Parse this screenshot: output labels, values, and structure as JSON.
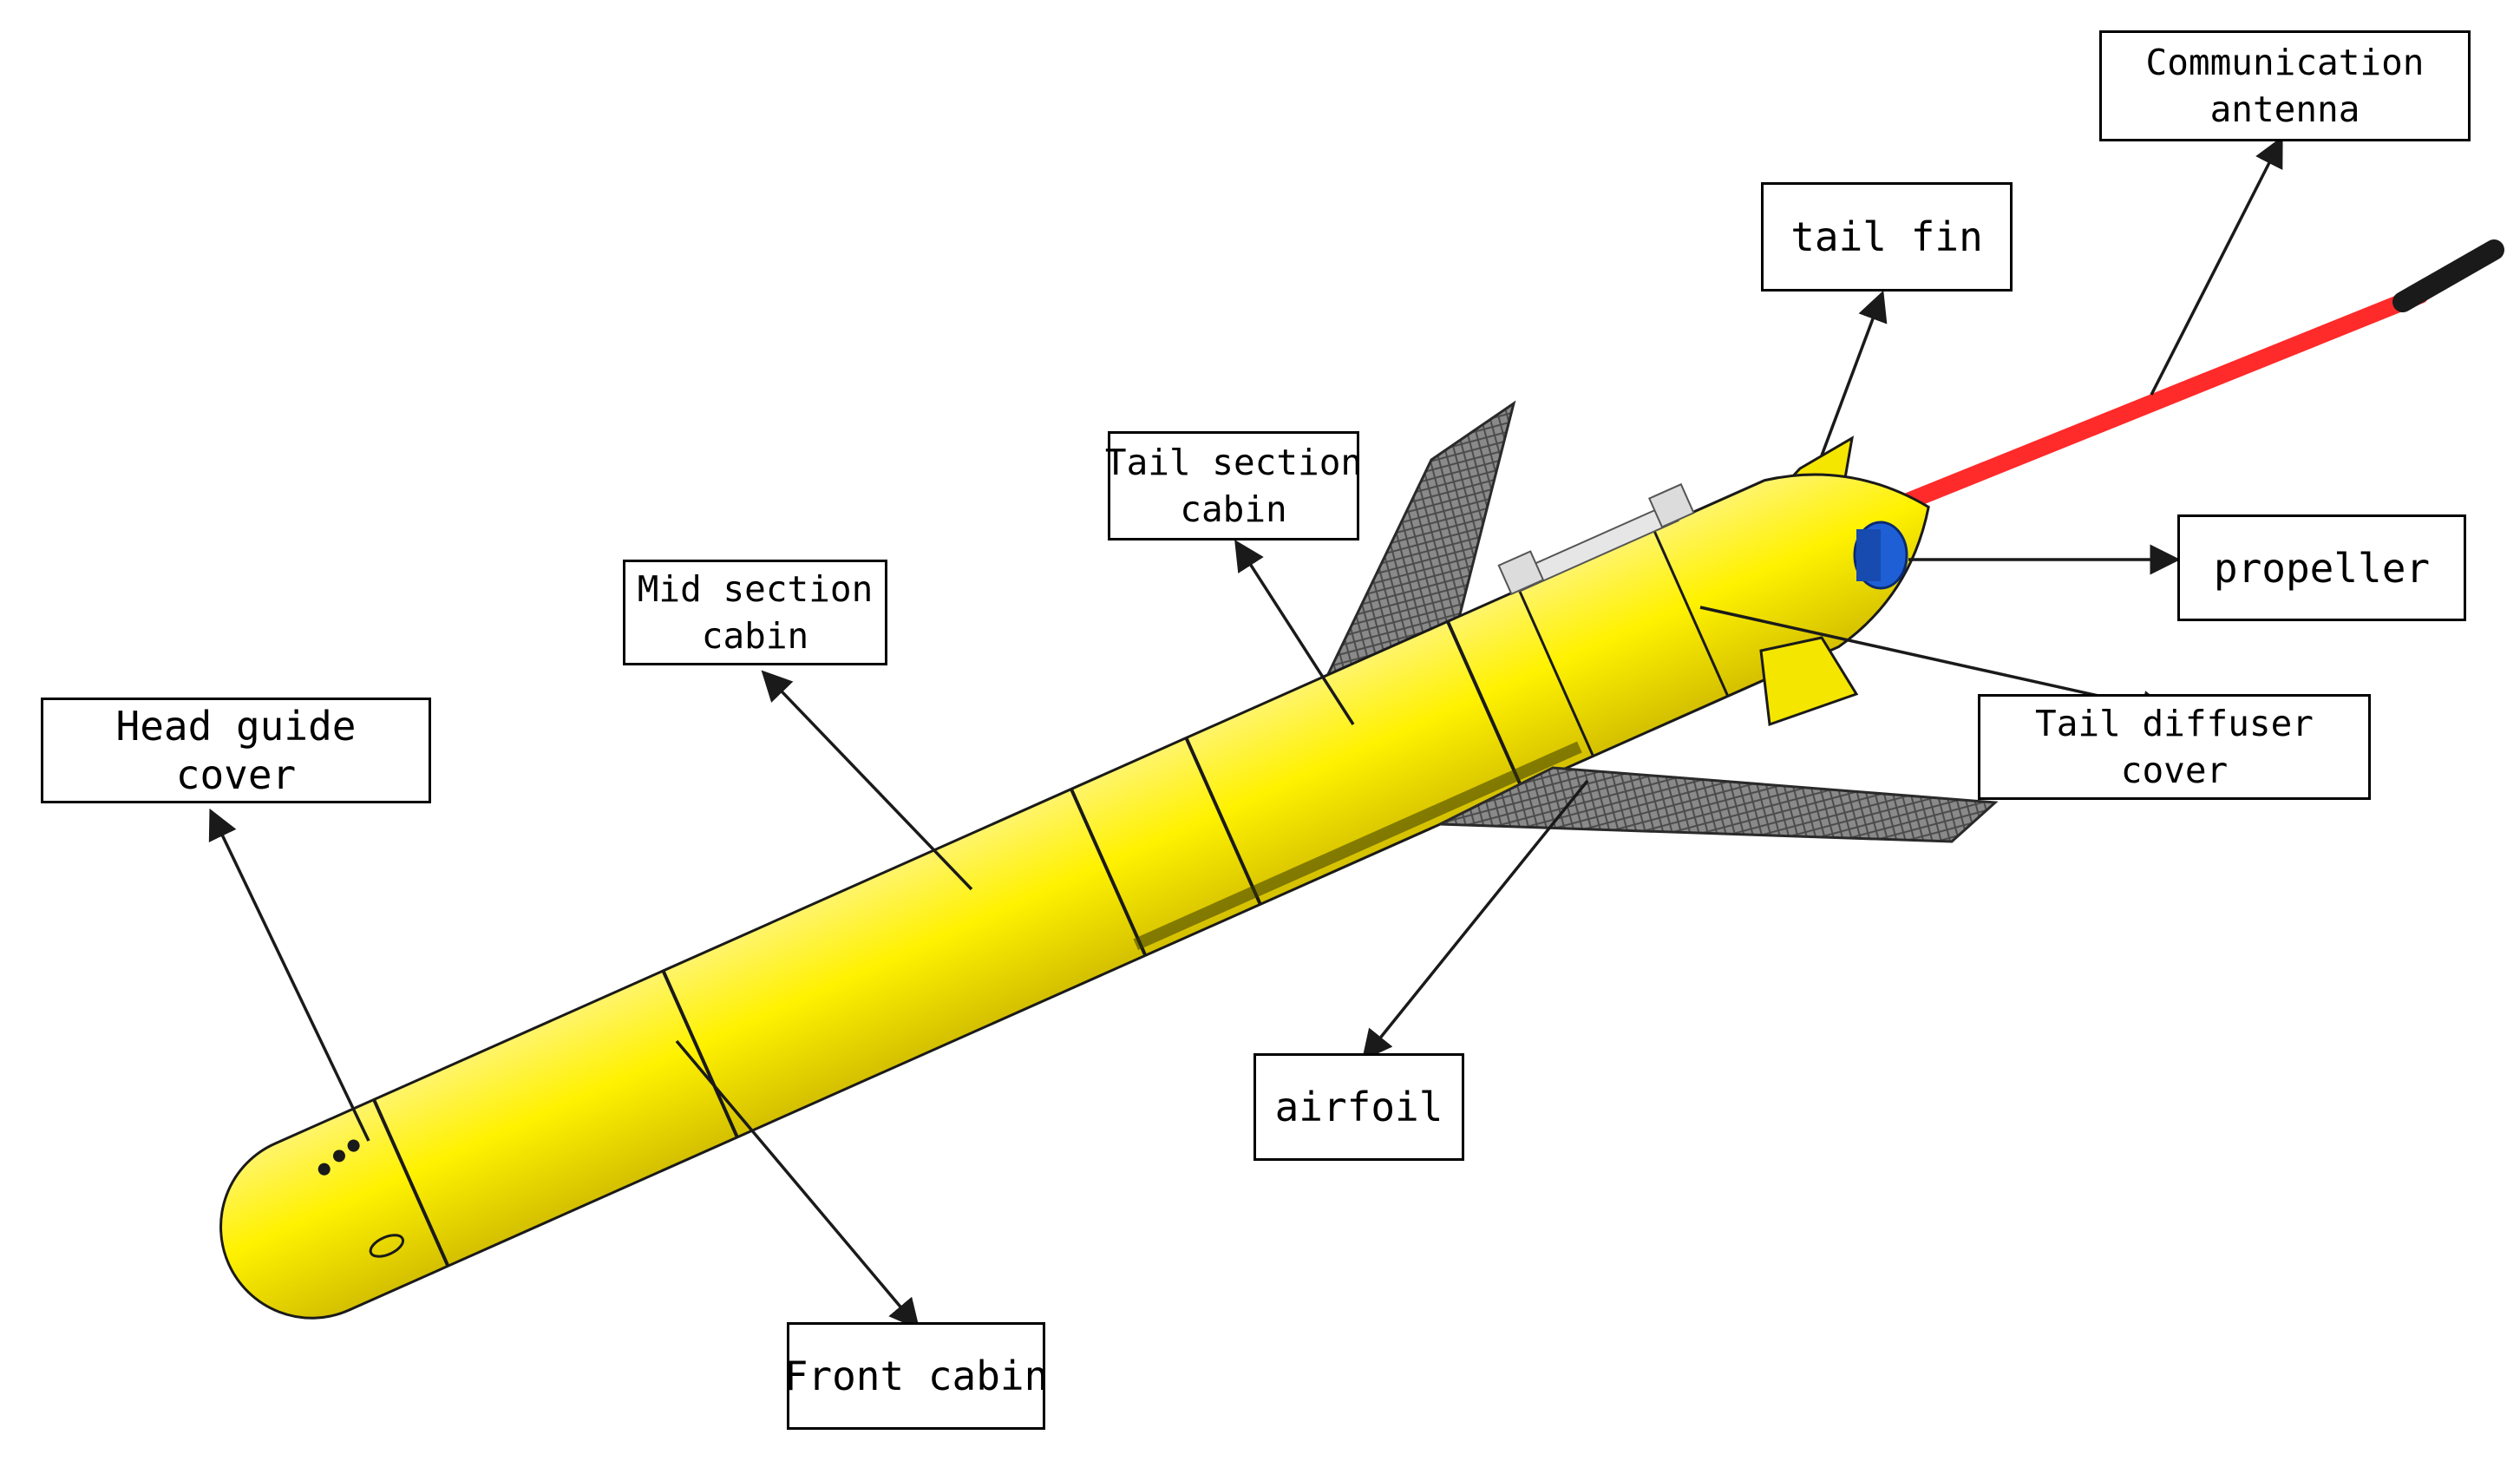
{
  "diagram": {
    "colors": {
      "hull": "#fff200",
      "hull_shade": "#d9c800",
      "outline": "#1a1a1a",
      "wing": "#6e6e6e",
      "antenna": "#ff2a2a",
      "antenna_tip": "#1a1a1a",
      "propeller": "#1f5fd6",
      "arrow": "#1a1a1a"
    },
    "labels": {
      "communication_antenna": [
        "Communication",
        "antenna"
      ],
      "tail_fin": [
        "tail fin"
      ],
      "tail_section_cabin": [
        "Tail section",
        "cabin"
      ],
      "mid_section_cabin": [
        "Mid section",
        "cabin"
      ],
      "propeller": [
        "propeller"
      ],
      "head_guide_cover": [
        "Head guide",
        "cover"
      ],
      "tail_diffuser_cover": [
        "Tail diffuser",
        "cover"
      ],
      "airfoil": [
        "airfoil"
      ],
      "front_cabin": [
        "Front cabin"
      ]
    }
  }
}
